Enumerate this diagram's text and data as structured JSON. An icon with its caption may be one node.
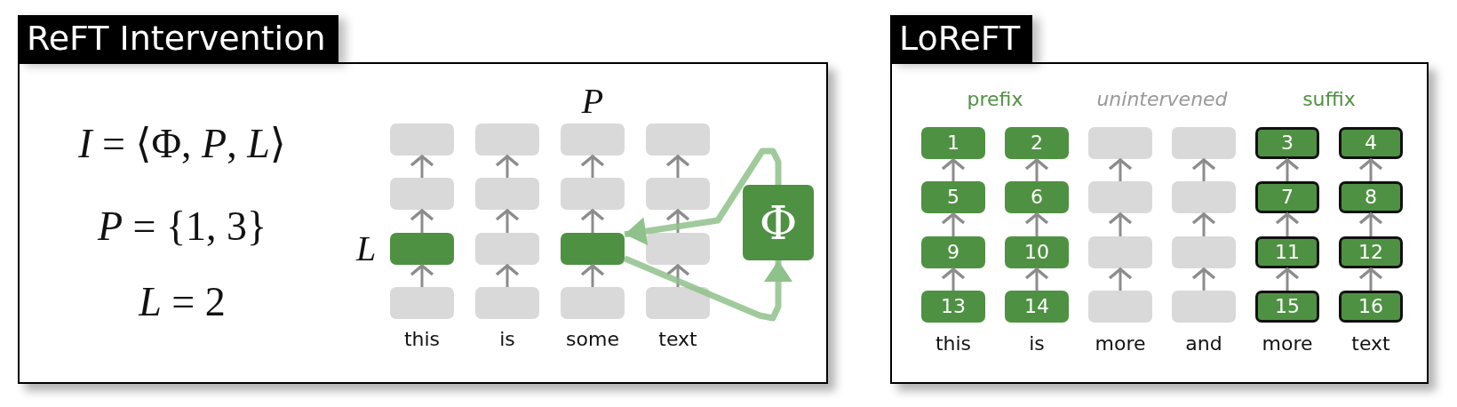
{
  "diagram": {
    "nodes": [
      {
        "text": [
          "ReFT Intervention"
        ]
      },
      {
        "text": [],
        "shape": "box",
        "in": 0
      },
      {
        "text": [],
        "shape": "box",
        "in": 0
      },
      {
        "text": [],
        "shape": "box",
        "in": 0
      },
      {
        "text": [],
        "shape": "box",
        "in": 0
      },
      {
        "text": [],
        "shape": "box",
        "in": 0
      },
      {
        "text": [],
        "shape": "box",
        "in": 0
      },
      {
        "text": [],
        "shape": "box",
        "in": 0
      },
      {
        "text": [],
        "shape": "box",
        "in": 0
      },
      {
        "text": [],
        "shape": "box",
        "in": 0
      },
      {
        "text": [],
        "shape": "box",
        "in": 0
      },
      {
        "text": [],
        "shape": "box",
        "in": 0
      },
      {
        "text": [],
        "shape": "box",
        "in": 0
      },
      {
        "text": [],
        "shape": "box",
        "in": 0
      },
      {
        "text": [],
        "shape": "box",
        "in": 0
      },
      {
        "text": [],
        "shape": "box",
        "in": 0
      },
      {
        "text": [],
        "shape": "box",
        "in": 0
      },
      {
        "text": [
          "Φ"
        ],
        "in": 0
      },
      {
        "text": [
          "LoReFT"
        ]
      },
      {
        "text": [
          "1"
        ],
        "in": 18
      },
      {
        "text": [
          "2"
        ],
        "in": 18
      },
      {
        "text": [],
        "shape": "box",
        "in": 18
      },
      {
        "text": [],
        "shape": "box",
        "in": 18
      },
      {
        "text": [
          "3"
        ],
        "in": 18
      },
      {
        "text": [
          "4"
        ],
        "in": 18
      },
      {
        "text": [
          "5"
        ],
        "in": 18
      },
      {
        "text": [
          "6"
        ],
        "in": 18
      },
      {
        "text": [],
        "shape": "box",
        "in": 18
      },
      {
        "text": [],
        "shape": "box",
        "in": 18
      },
      {
        "text": [
          "7"
        ],
        "in": 18
      },
      {
        "text": [
          "8"
        ],
        "in": 18
      },
      {
        "text": [
          "9"
        ],
        "in": 18
      },
      {
        "text": [
          "10"
        ],
        "in": 18
      },
      {
        "text": [],
        "shape": "box",
        "in": 18
      },
      {
        "text": [],
        "shape": "box",
        "in": 18
      },
      {
        "text": [
          "11"
        ],
        "in": 18
      },
      {
        "text": [
          "12"
        ],
        "in": 18
      },
      {
        "text": [
          "13"
        ],
        "in": 18
      },
      {
        "text": [
          "14"
        ],
        "in": 18
      },
      {
        "text": [],
        "shape": "box",
        "in": 18
      },
      {
        "text": [],
        "shape": "box",
        "in": 18
      },
      {
        "text": [
          "15"
        ],
        "in": 18
      },
      {
        "text": [
          "16"
        ],
        "in": 18
      }
    ],
    "edges": [
      {
        "from": 13,
        "to": 9,
        "arrow": "to"
      },
      {
        "from": 9,
        "to": 5,
        "arrow": "to"
      },
      {
        "from": 5,
        "to": 1,
        "arrow": "to"
      },
      {
        "from": 14,
        "to": 10,
        "arrow": "to"
      },
      {
        "from": 10,
        "to": 6,
        "arrow": "to"
      },
      {
        "from": 6,
        "to": 2,
        "arrow": "to"
      },
      {
        "from": 15,
        "to": 11,
        "arrow": "to"
      },
      {
        "from": 11,
        "to": 7,
        "arrow": "to"
      },
      {
        "from": 7,
        "to": 3,
        "arrow": "to"
      },
      {
        "from": 16,
        "to": 12,
        "arrow": "to"
      },
      {
        "from": 12,
        "to": 8,
        "arrow": "to"
      },
      {
        "from": 8,
        "to": 4,
        "arrow": "to"
      },
      {
        "from": 11,
        "to": 17,
        "arrow": "to",
        "style": "thick",
        "color": "#8fc18a"
      },
      {
        "from": 17,
        "to": 11,
        "arrow": "to",
        "style": "thick",
        "color": "#8fc18a"
      },
      {
        "from": 37,
        "to": 31,
        "arrow": "to"
      },
      {
        "from": 31,
        "to": 25,
        "arrow": "to"
      },
      {
        "from": 25,
        "to": 19,
        "arrow": "to"
      },
      {
        "from": 38,
        "to": 32,
        "arrow": "to"
      },
      {
        "from": 32,
        "to": 26,
        "arrow": "to"
      },
      {
        "from": 26,
        "to": 20,
        "arrow": "to"
      },
      {
        "from": 39,
        "to": 33,
        "arrow": "to"
      },
      {
        "from": 33,
        "to": 27,
        "arrow": "to"
      },
      {
        "from": 27,
        "to": 21,
        "arrow": "to"
      },
      {
        "from": 40,
        "to": 34,
        "arrow": "to"
      },
      {
        "from": 34,
        "to": 28,
        "arrow": "to"
      },
      {
        "from": 28,
        "to": 22,
        "arrow": "to"
      },
      {
        "from": 41,
        "to": 35,
        "arrow": "to"
      },
      {
        "from": 35,
        "to": 29,
        "arrow": "to"
      },
      {
        "from": 29,
        "to": 23,
        "arrow": "to"
      },
      {
        "from": 42,
        "to": 36,
        "arrow": "to"
      },
      {
        "from": 36,
        "to": 30,
        "arrow": "to"
      },
      {
        "from": 30,
        "to": 24,
        "arrow": "to"
      }
    ],
    "labels": [
      "*I* = ⟨Φ, *P*, *L*⟩",
      "P",
      "*P* = {1, 3}",
      "L",
      "*L* = 2",
      "this",
      "is",
      "some",
      "text",
      "prefix",
      "unintervened",
      "suffix",
      "this",
      "is",
      "more",
      "and",
      "more",
      "text"
    ]
  }
}
